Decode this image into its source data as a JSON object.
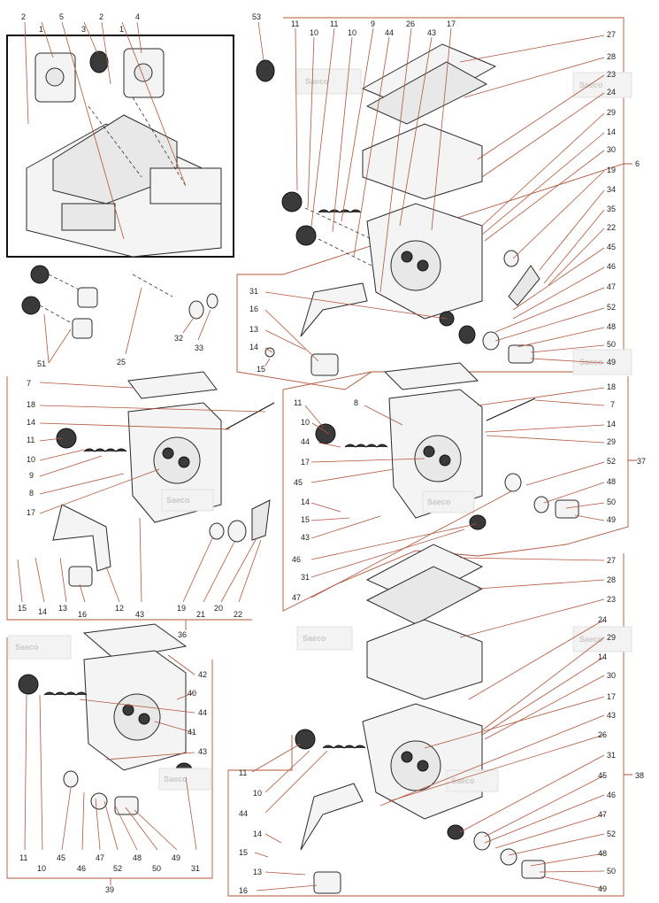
{
  "watermark": "Saeco",
  "inset_labels": [
    "2",
    "1",
    "5",
    "3",
    "2",
    "4",
    "1"
  ],
  "group_labels": {
    "g6": "6",
    "g36": "36",
    "g37": "37",
    "g38": "38",
    "g39": "39"
  },
  "loose_labels": [
    "53",
    "51",
    "25",
    "32",
    "33"
  ],
  "g6_labels": [
    "11",
    "10",
    "11",
    "10",
    "9",
    "44",
    "26",
    "43",
    "17",
    "27",
    "28",
    "23",
    "24",
    "29",
    "14",
    "30",
    "19",
    "34",
    "35",
    "22",
    "45",
    "46",
    "47",
    "52",
    "48",
    "50",
    "49",
    "31",
    "16",
    "13",
    "14",
    "15"
  ],
  "g36_labels": [
    "7",
    "18",
    "14",
    "11",
    "10",
    "9",
    "8",
    "17",
    "12",
    "13",
    "14",
    "15",
    "16",
    "43",
    "19",
    "21",
    "20",
    "22"
  ],
  "g37_labels": [
    "11",
    "10",
    "8",
    "44",
    "17",
    "45",
    "14",
    "15",
    "43",
    "46",
    "31",
    "47",
    "18",
    "7",
    "14",
    "29",
    "52",
    "48",
    "50",
    "49"
  ],
  "g39_labels": [
    "42",
    "40",
    "44",
    "41",
    "43",
    "11",
    "10",
    "45",
    "46",
    "47",
    "52",
    "48",
    "50",
    "49",
    "31"
  ],
  "g38_labels": [
    "27",
    "28",
    "23",
    "24",
    "29",
    "14",
    "30",
    "17",
    "43",
    "26",
    "31",
    "45",
    "46",
    "47",
    "52",
    "48",
    "50",
    "49",
    "11",
    "10",
    "44",
    "14",
    "15",
    "13",
    "16"
  ]
}
